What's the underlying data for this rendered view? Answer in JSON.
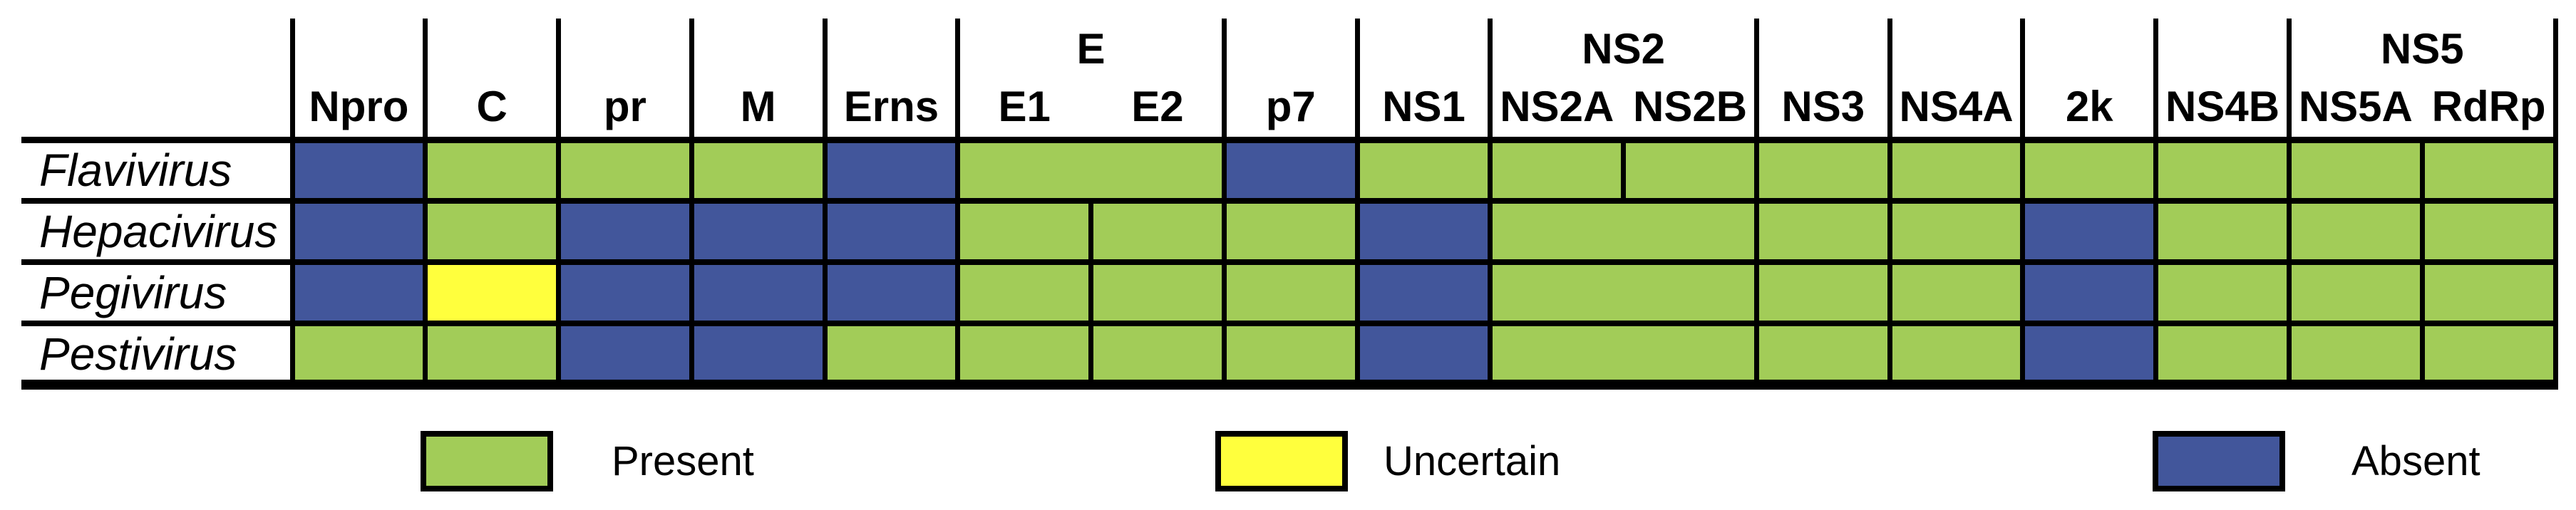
{
  "figure": {
    "description": "Presence/absence matrix of proteins across flavivirid genera",
    "legend": [
      {
        "label": "Present",
        "state": "present"
      },
      {
        "label": "Uncertain",
        "state": "uncertain"
      },
      {
        "label": "Absent",
        "state": "absent"
      }
    ]
  },
  "chart_data": {
    "type": "heatmap",
    "columns": [
      "Npro",
      "C",
      "pr",
      "M",
      "Erns",
      "E1",
      "E2",
      "p7",
      "NS1",
      "NS2A",
      "NS2B",
      "NS3",
      "NS4A",
      "2k",
      "NS4B",
      "NS5A",
      "RdRp"
    ],
    "column_groups": [
      {
        "label": "E",
        "columns": [
          "E1",
          "E2"
        ]
      },
      {
        "label": "NS2",
        "columns": [
          "NS2A",
          "NS2B"
        ]
      },
      {
        "label": "NS5",
        "columns": [
          "NS5A",
          "RdRp"
        ]
      }
    ],
    "rows": [
      "Flavivirus",
      "Hepacivirus",
      "Pegivirus",
      "Pestivirus"
    ],
    "values": [
      [
        "absent",
        "present",
        "present",
        "present",
        "absent",
        "present",
        "present",
        "absent",
        "present",
        "present",
        "present",
        "present",
        "present",
        "present",
        "present",
        "present",
        "present"
      ],
      [
        "absent",
        "present",
        "absent",
        "absent",
        "absent",
        "present",
        "present",
        "present",
        "absent",
        "present",
        "present",
        "present",
        "present",
        "absent",
        "present",
        "present",
        "present"
      ],
      [
        "absent",
        "uncertain",
        "absent",
        "absent",
        "absent",
        "present",
        "present",
        "present",
        "absent",
        "present",
        "present",
        "present",
        "present",
        "absent",
        "present",
        "present",
        "present"
      ],
      [
        "present",
        "present",
        "absent",
        "absent",
        "present",
        "present",
        "present",
        "present",
        "absent",
        "present",
        "present",
        "present",
        "present",
        "absent",
        "present",
        "present",
        "present"
      ]
    ],
    "merged_cells": [
      {
        "row": "Flavivirus",
        "columns": [
          "E1",
          "E2"
        ]
      },
      {
        "row": "Hepacivirus",
        "columns": [
          "NS2A",
          "NS2B"
        ]
      },
      {
        "row": "Pegivirus",
        "columns": [
          "NS2A",
          "NS2B"
        ]
      },
      {
        "row": "Pestivirus",
        "columns": [
          "NS2A",
          "NS2B"
        ]
      }
    ],
    "legend": [
      "Present",
      "Uncertain",
      "Absent"
    ],
    "colors": {
      "present": "#a2cc58",
      "uncertain": "#ffff3d",
      "absent": "#42569b",
      "line": "#000000"
    },
    "states_meaning": {
      "present": "Present",
      "uncertain": "Uncertain",
      "absent": "Absent"
    }
  }
}
